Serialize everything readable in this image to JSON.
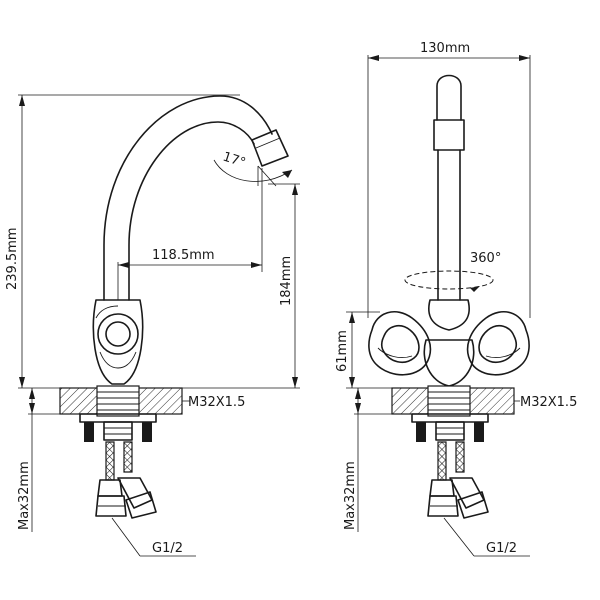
{
  "dimensions": {
    "overall_height": "239.5mm",
    "spout_reach": "118.5mm",
    "spout_height": "184mm",
    "aerator_angle": "17°",
    "thread_left": "M32X1.5",
    "max_thickness_left": "Max32mm",
    "pipe_thread_left": "G1/2",
    "overall_width": "130mm",
    "rotation": "360°",
    "handle_height": "61mm",
    "thread_right": "M32X1.5",
    "max_thickness_right": "Max32mm",
    "pipe_thread_right": "G1/2"
  }
}
